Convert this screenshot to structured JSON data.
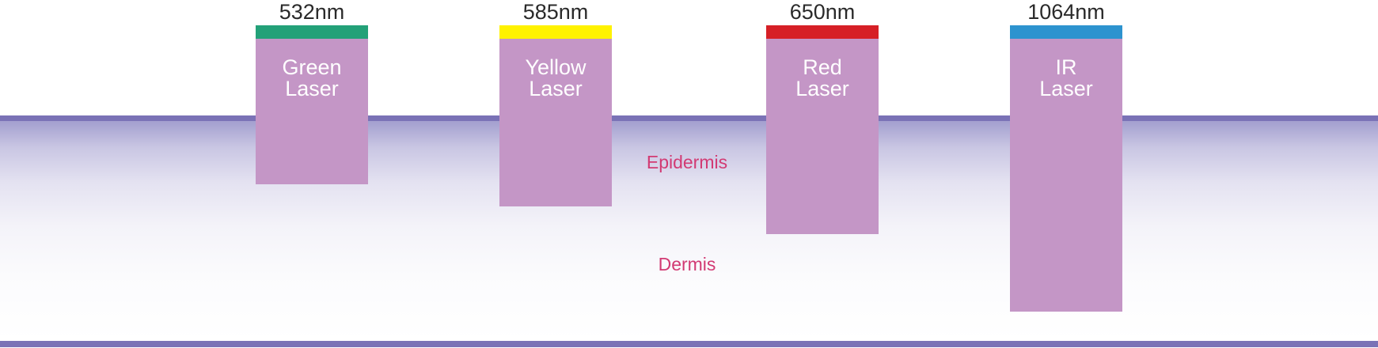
{
  "layers": {
    "epidermis": "Epidermis",
    "dermis": "Dermis"
  },
  "lasers": [
    {
      "wavelength": "532nm",
      "name_line1": "Green",
      "name_line2": "Laser",
      "color": "#23a178",
      "beam_color": "#c496c6"
    },
    {
      "wavelength": "585nm",
      "name_line1": "Yellow",
      "name_line2": "Laser",
      "color": "#fff200",
      "beam_color": "#c496c6"
    },
    {
      "wavelength": "650nm",
      "name_line1": "Red",
      "name_line2": "Laser",
      "color": "#d61f26",
      "beam_color": "#c496c6"
    },
    {
      "wavelength": "1064nm",
      "name_line1": "IR",
      "name_line2": "Laser",
      "color": "#2d93cf",
      "beam_color": "#c496c6"
    }
  ],
  "colors": {
    "skin_line": "#7a72b6",
    "layer_label": "#d23a73"
  }
}
